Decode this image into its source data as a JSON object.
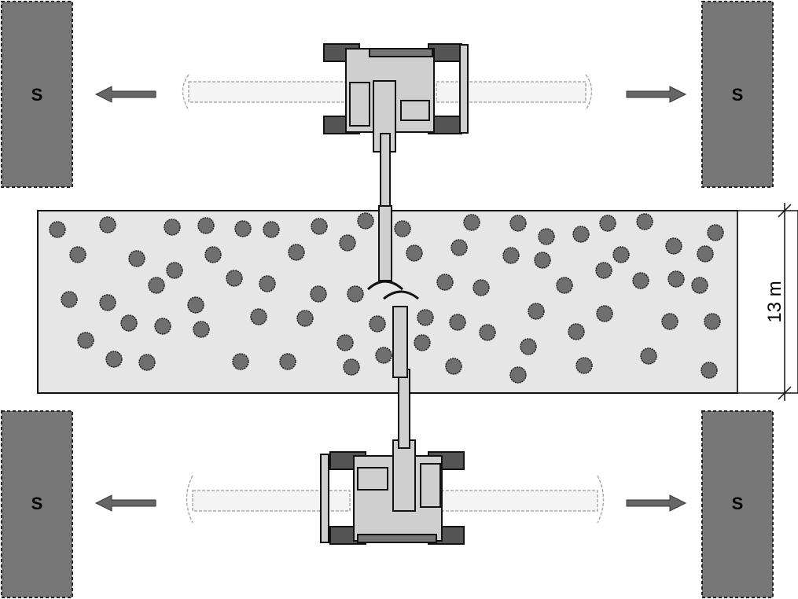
{
  "stockpiles": [
    {
      "label": "S"
    },
    {
      "label": "S"
    },
    {
      "label": "S"
    },
    {
      "label": "S"
    }
  ],
  "strip": {
    "width_label": "13 m"
  },
  "colors": {
    "stockpile": "#777777",
    "strip": "#e6e6e6",
    "tree": "#6f6f6f",
    "machine": "#cfcfcf",
    "track": "#555555"
  }
}
